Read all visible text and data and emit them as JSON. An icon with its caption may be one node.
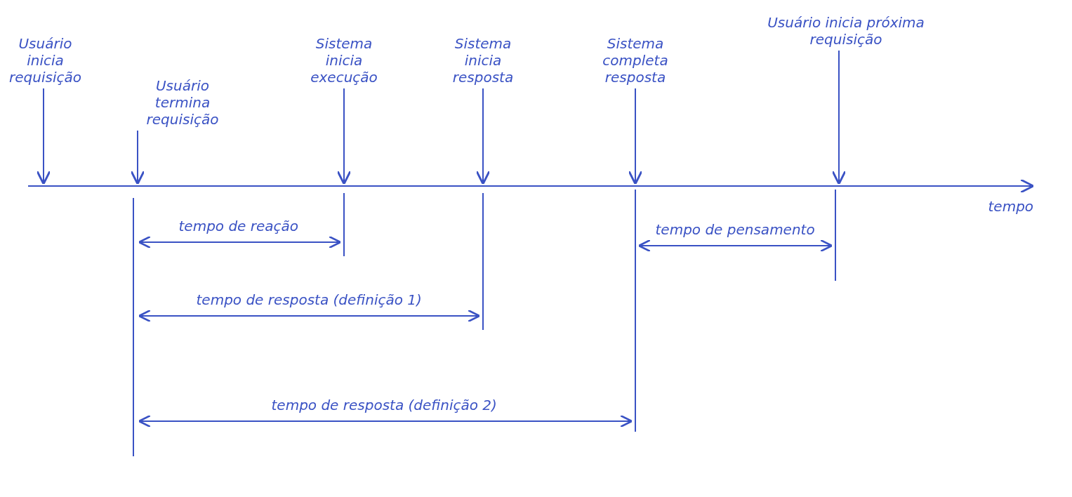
{
  "diagram": {
    "nodes": [
      {
        "text": [
          "Usuário inicia requisição"
        ]
      },
      {
        "text": [
          "Usuário termina requisição"
        ]
      },
      {
        "text": [
          "Sistema inicia execução"
        ]
      },
      {
        "text": [
          "Sistema inicia resposta"
        ]
      },
      {
        "text": [
          "Sistema completa resposta"
        ]
      },
      {
        "text": [
          "Usuário inicia próxima requisição"
        ]
      }
    ],
    "edges": [
      {
        "from": 0,
        "to": null,
        "arrow": "to"
      },
      {
        "from": 1,
        "to": null,
        "arrow": "to"
      },
      {
        "from": 2,
        "to": null,
        "arrow": "to"
      },
      {
        "from": 3,
        "to": null,
        "arrow": "to"
      },
      {
        "from": 4,
        "to": null,
        "arrow": "to"
      },
      {
        "from": 5,
        "to": null,
        "arrow": "to"
      }
    ],
    "labels": [
      "tempo",
      "tempo de reação",
      "tempo de pensamento",
      "tempo de resposta (definição 1)",
      "tempo de resposta (definição 2)"
    ]
  }
}
